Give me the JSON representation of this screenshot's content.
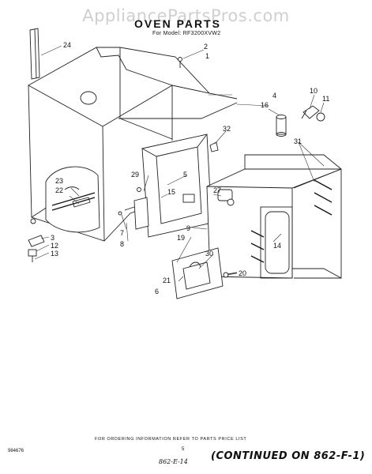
{
  "watermark": "AppliancePartsPros.com",
  "title": "OVEN PARTS",
  "model_line": "For Model: RF3200XVW2",
  "order_note": "FOR ORDERING INFORMATION REFER TO PARTS PRICE LIST",
  "doc_number": "984676",
  "page_number": "5",
  "ref_code": "862-E-14",
  "continued": "(CONTINUED ON 862-F-1)",
  "callouts": {
    "c1": "1",
    "c2": "2",
    "c3": "3",
    "c4": "4",
    "c5": "5",
    "c6": "6",
    "c7": "7",
    "c8": "8",
    "c9": "9",
    "c10": "10",
    "c11": "11",
    "c12": "12",
    "c13": "13",
    "c14": "14",
    "c15": "15",
    "c16": "16",
    "c19": "19",
    "c20": "20",
    "c21": "21",
    "c22": "22",
    "c23": "23",
    "c24": "24",
    "c27": "27",
    "c29": "29",
    "c30": "30",
    "c31": "31",
    "c32": "32"
  }
}
